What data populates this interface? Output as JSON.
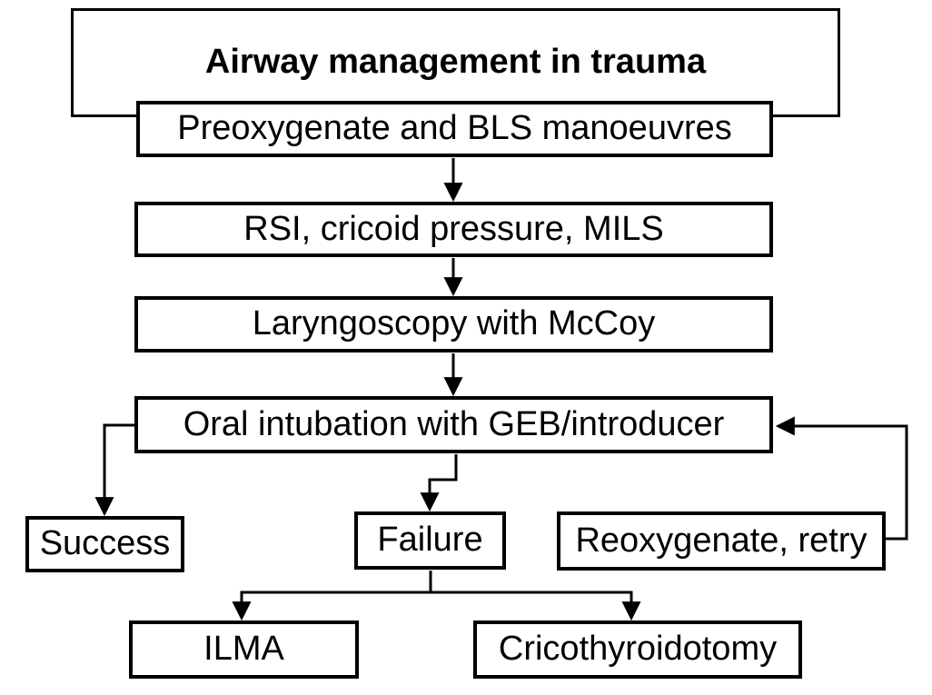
{
  "flowchart": {
    "title": "Airway management in trauma",
    "nodes": {
      "preoxygenate": "Preoxygenate and BLS manoeuvres",
      "rsi": "RSI, cricoid pressure, MILS",
      "laryngoscopy": "Laryngoscopy with McCoy",
      "oral_intubation": "Oral intubation with GEB/introducer",
      "success": "Success",
      "failure": "Failure",
      "reoxygenate": "Reoxygenate, retry",
      "ilma": "ILMA",
      "cricothyroidotomy": "Cricothyroidotomy"
    },
    "edges": [
      {
        "from": "preoxygenate",
        "to": "rsi"
      },
      {
        "from": "rsi",
        "to": "laryngoscopy"
      },
      {
        "from": "laryngoscopy",
        "to": "oral_intubation"
      },
      {
        "from": "oral_intubation",
        "to": "success"
      },
      {
        "from": "oral_intubation",
        "to": "failure"
      },
      {
        "from": "failure",
        "to": "ilma"
      },
      {
        "from": "failure",
        "to": "cricothyroidotomy"
      },
      {
        "from": "reoxygenate",
        "to": "oral_intubation"
      }
    ],
    "colors": {
      "line": "#000000",
      "box_background": "#ffffff",
      "page_background": "#ffffff",
      "text": "#000000"
    }
  }
}
